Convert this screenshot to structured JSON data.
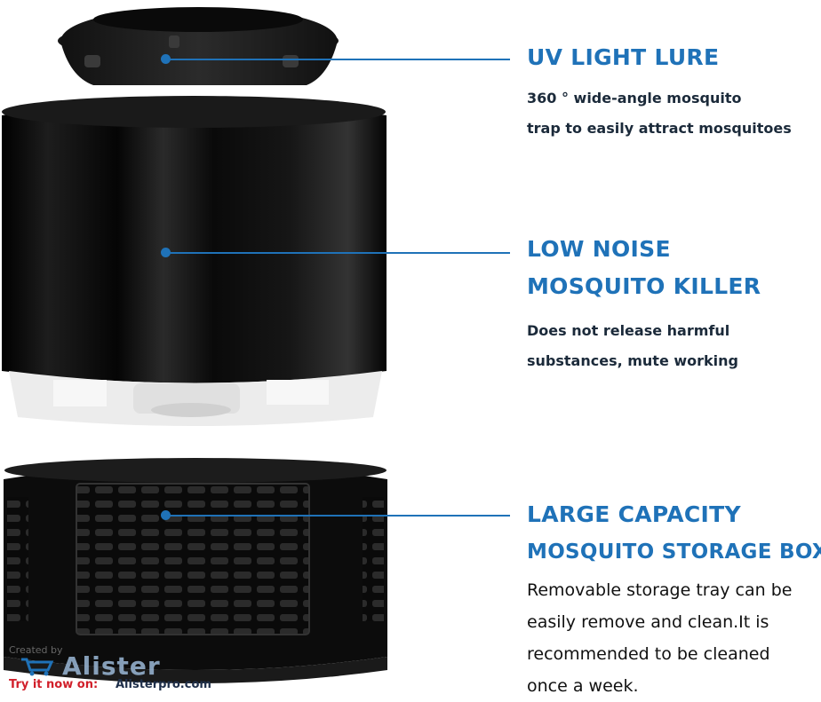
{
  "callouts": [
    {
      "title_lines": [
        "UV LIGHT LURE"
      ],
      "desc_lines": [
        "360 ° wide-angle mosquito",
        "trap to easily  attract  mosquitoes"
      ]
    },
    {
      "title_lines": [
        "LOW NOISE",
        "MOSQUITO KILLER"
      ],
      "desc_lines": [
        "Does not release harmful",
        "substances, mute working"
      ]
    },
    {
      "title_lines": [
        "LARGE CAPACITY",
        "MOSQUITO STORAGE BOX"
      ],
      "desc_lines": [
        "Removable storage tray can be",
        "easily remove and clean.It is",
        "recommended to be cleaned",
        "once a week."
      ]
    }
  ],
  "watermark": {
    "created_by": "Created by",
    "brand": "Alister",
    "try_label": "Try it now on:",
    "url": "Alisterpro.com"
  },
  "colors": {
    "accent": "#1f72b8",
    "device_body": "#0b0b0b",
    "device_base": "#f2f2f2"
  }
}
